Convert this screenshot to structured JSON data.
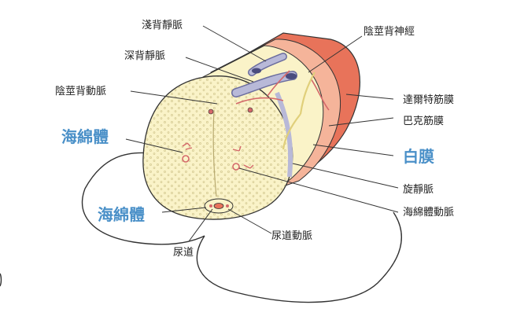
{
  "labels": {
    "superficial_dorsal_vein": "淺背靜脈",
    "deep_dorsal_vein": "深背靜脈",
    "dorsal_artery": "陰莖背動脈",
    "corpus_cavernosum": "海綿體",
    "corpus_spongiosum": "海綿體",
    "urethra": "尿道",
    "urethral_artery": "尿道動脈",
    "dorsal_nerve": "陰莖背神經",
    "dartos_fascia": "達爾特筋膜",
    "bucks_fascia": "巴克筋膜",
    "tunica_albuginea": "白膜",
    "circumflex_vein": "旋靜脈",
    "cavernosal_artery": "海綿體動脈"
  },
  "colors": {
    "highlight_label": "#4a90c8",
    "tissue_fill": "#faf3c8",
    "skin_layer": "#e8735a",
    "fascia_layer": "#f5b49a",
    "vein_fill": "#b8b9d8",
    "artery": "#d4686a",
    "nerve": "#f2e8a0"
  }
}
